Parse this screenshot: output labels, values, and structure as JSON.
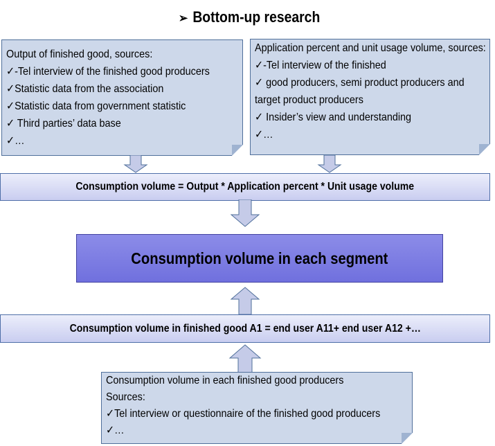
{
  "title": {
    "bullet": "➢",
    "text": "Bottom-up research"
  },
  "left_note": {
    "lines": [
      "Output of finished good, sources:",
      "✓-Tel interview of the finished good producers",
      "✓Statistic data from the association",
      "✓Statistic data from government statistic",
      "✓ Third parties’ data base",
      "✓…"
    ]
  },
  "right_note": {
    "lines": [
      "Application percent and unit usage volume, sources:",
      "✓-Tel interview of the finished",
      "✓ good producers, semi product producers and",
      "target product producers",
      "✓ Insider’s view and understanding",
      "✓…"
    ]
  },
  "formula_bar": {
    "text": "Consumption volume =  Output * Application percent * Unit usage volume"
  },
  "center_box": {
    "text": "Consumption volume in each segment"
  },
  "segment_bar": {
    "text": "Consumption volume in finished good A1  = end user A11+  end user A12  +…"
  },
  "bottom_note": {
    "lines": [
      "Consumption volume in each finished good producers",
      "Sources:",
      "✓Tel interview or questionnaire of the finished good producers",
      "✓…"
    ]
  },
  "colors": {
    "note_fill": "#cdd8ea",
    "bar_fill": "#c9cdf0",
    "center_fill": "#7a7ae0",
    "arrow_fill": "#c5cbe8",
    "border": "#4f6f9a"
  }
}
